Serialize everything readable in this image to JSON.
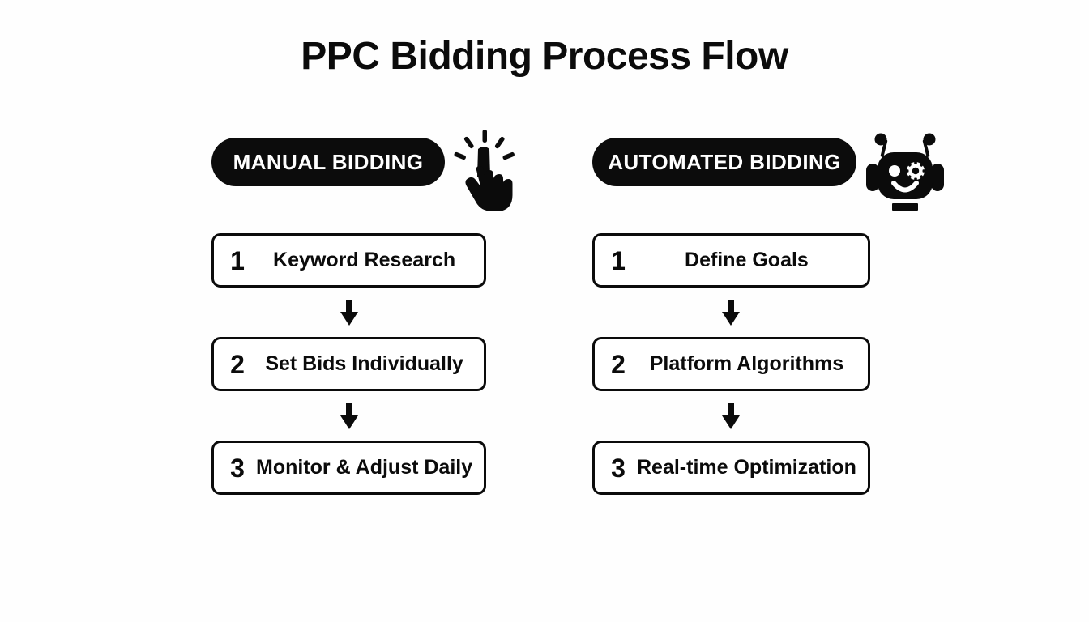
{
  "page": {
    "title": "PPC Bidding Process Flow",
    "background_color": "#fefefe",
    "ink_color": "#0b0b0b"
  },
  "columns": [
    {
      "id": "manual",
      "header": {
        "pill_label": "MANUAL BIDDING",
        "pill_bg": "#0c0c0c",
        "pill_text_color": "#ffffff",
        "icon": "pointing-hand-click-icon"
      },
      "steps": [
        {
          "number": "1",
          "label": "Keyword Research"
        },
        {
          "number": "2",
          "label": "Set Bids Individually"
        },
        {
          "number": "3",
          "label": "Monitor & Adjust Daily"
        }
      ],
      "connectors": [
        "down-arrow-icon",
        "down-arrow-icon"
      ]
    },
    {
      "id": "automated",
      "header": {
        "pill_label": "AUTOMATED BIDDING",
        "pill_bg": "#0c0c0c",
        "pill_text_color": "#ffffff",
        "icon": "robot-head-icon"
      },
      "steps": [
        {
          "number": "1",
          "label": "Define Goals"
        },
        {
          "number": "2",
          "label": "Platform Algorithms"
        },
        {
          "number": "3",
          "label": "Real-time Optimization"
        }
      ],
      "connectors": [
        "down-arrow-icon",
        "down-arrow-icon"
      ]
    }
  ]
}
